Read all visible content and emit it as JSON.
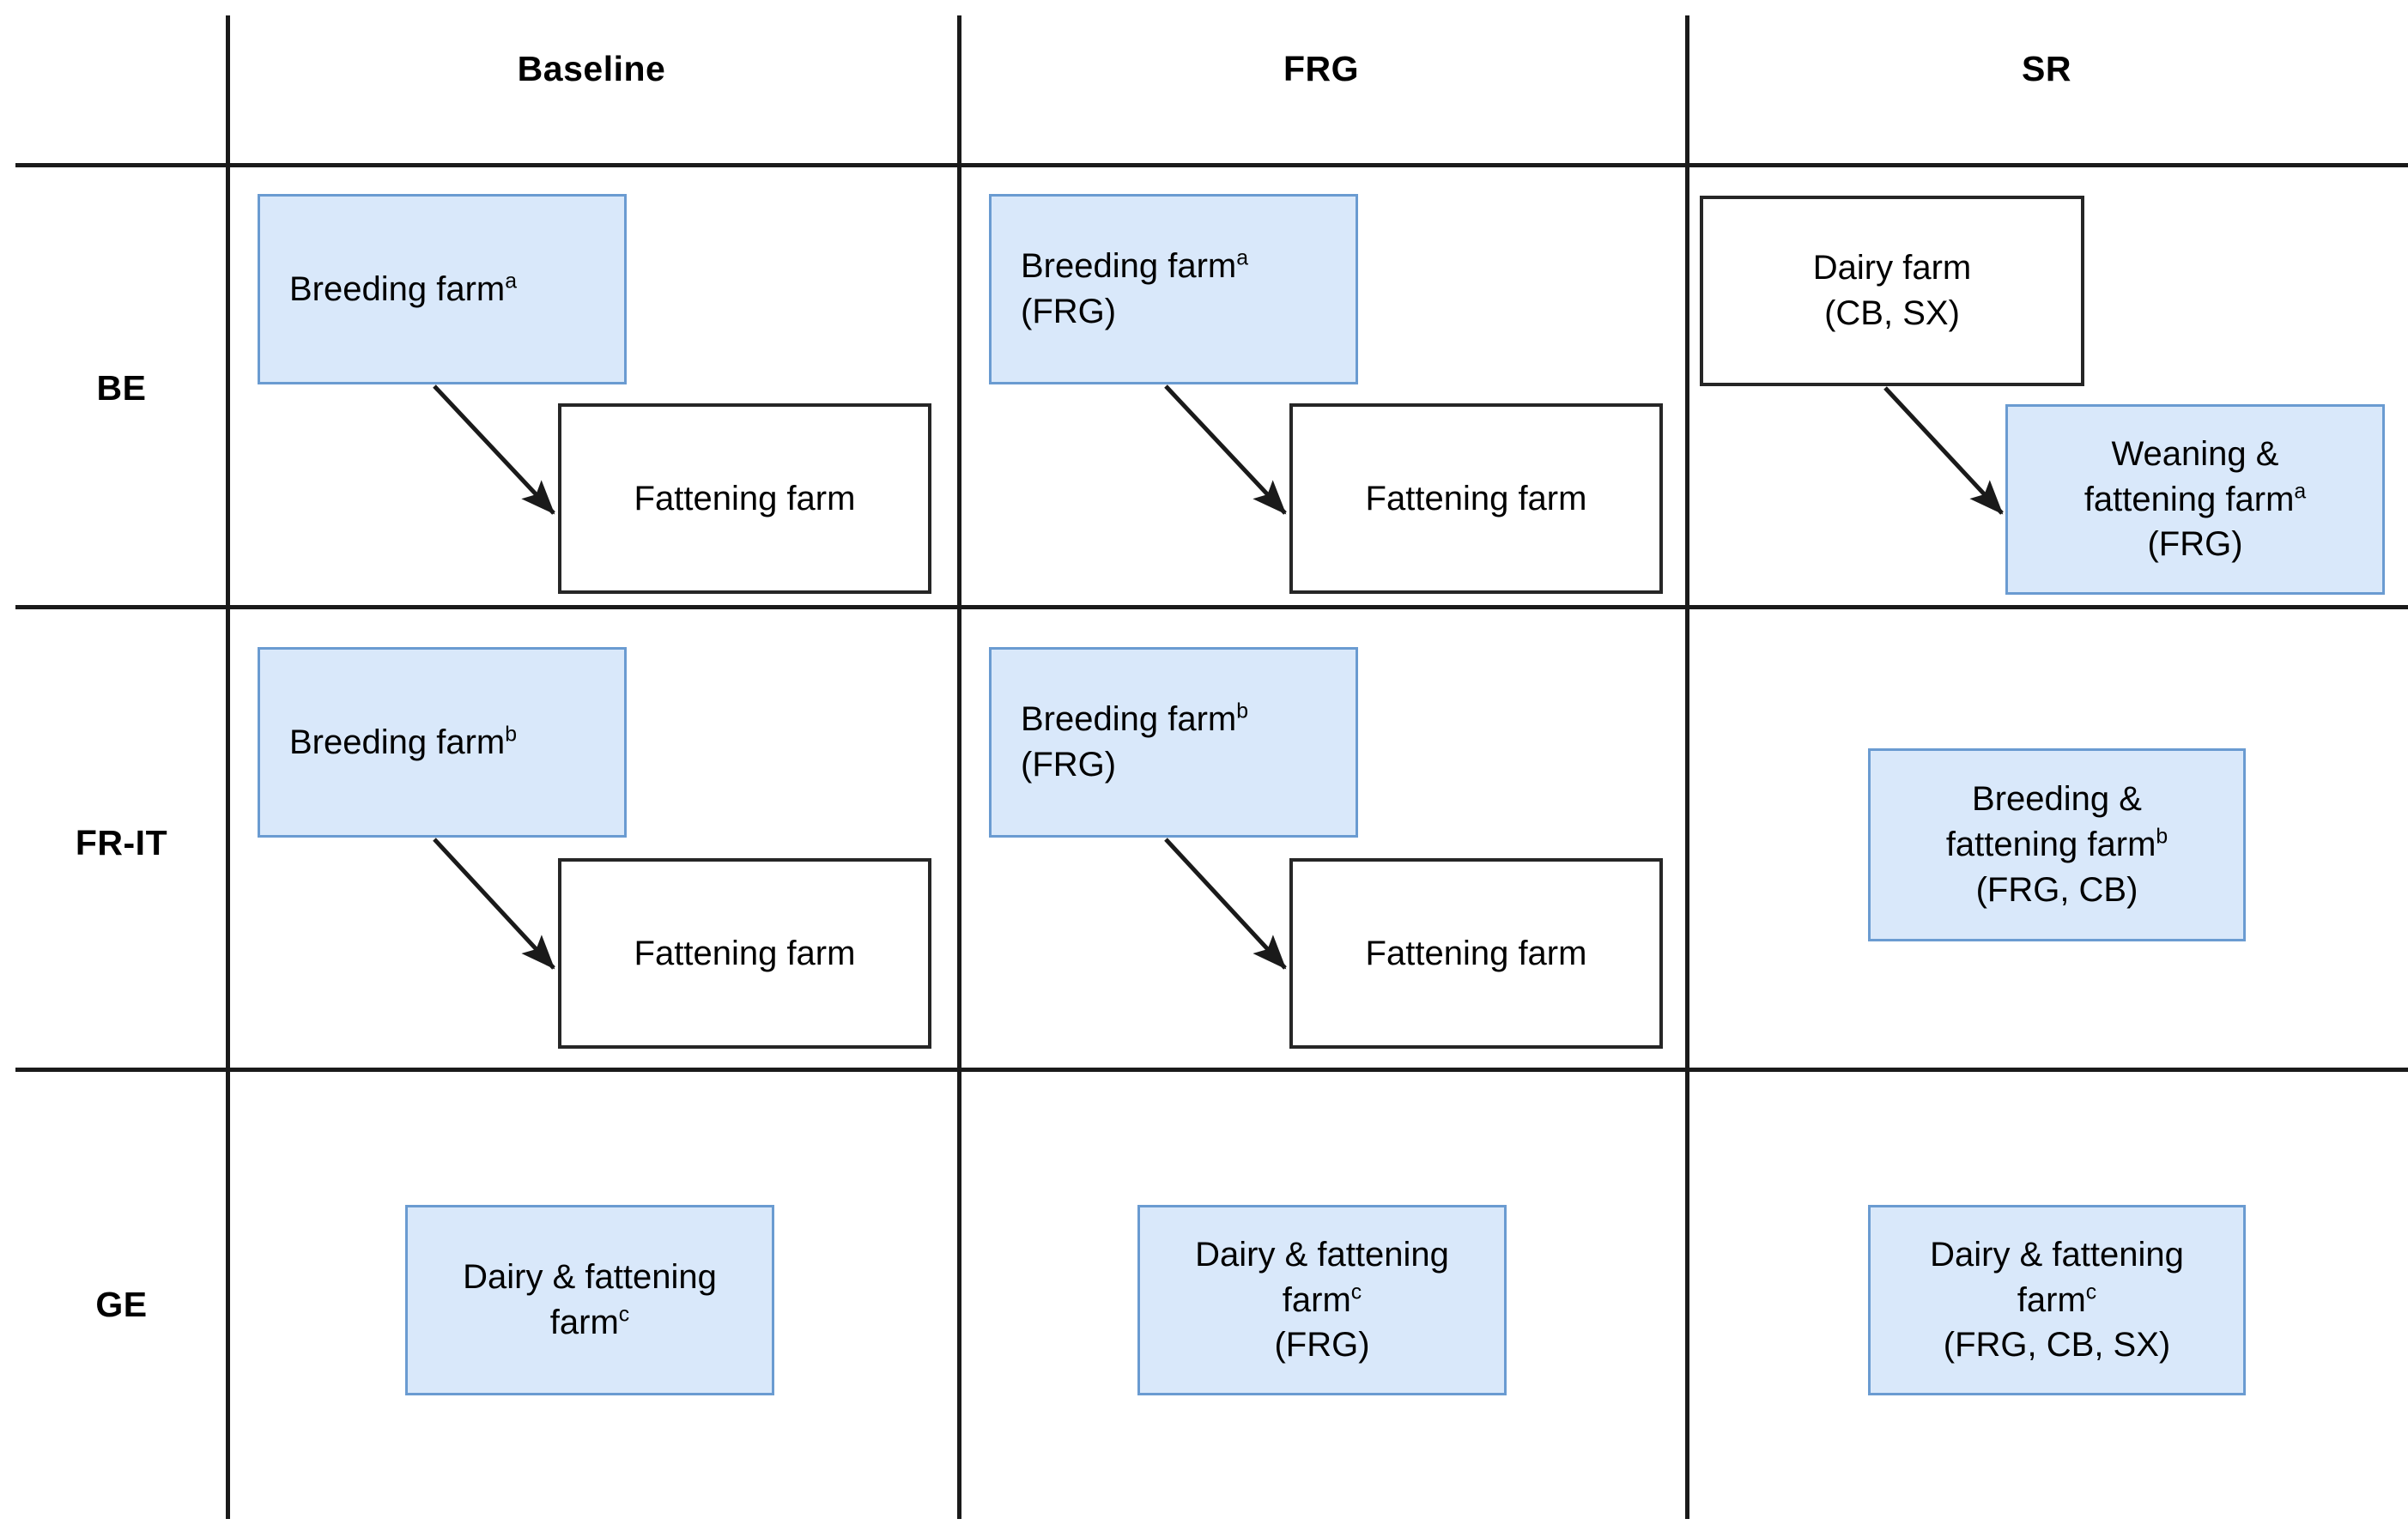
{
  "figure": {
    "type": "matrix-diagram",
    "columns": [
      {
        "id": "baseline",
        "label": "Baseline"
      },
      {
        "id": "frg",
        "label": "FRG"
      },
      {
        "id": "sr",
        "label": "SR"
      }
    ],
    "rows": [
      {
        "id": "be",
        "label": "BE"
      },
      {
        "id": "fr-it",
        "label": "FR-IT"
      },
      {
        "id": "ge",
        "label": "GE"
      }
    ],
    "colors": {
      "box_fill_blue": "#d9e8fa",
      "box_border_blue": "#6a9bd1",
      "box_fill_white": "#ffffff",
      "box_border_black": "#262626",
      "rule": "#1a1a1a",
      "text": "#000000"
    },
    "cells": {
      "be_baseline": {
        "nodes": [
          {
            "id": "be-base-breeding",
            "style": "blue",
            "lines": [
              "Breeding farm"
            ],
            "superscript": "a"
          },
          {
            "id": "be-base-fattening",
            "style": "white",
            "lines": [
              "Fattening farm"
            ],
            "superscript": ""
          }
        ],
        "arrow": "breeding-to-fattening"
      },
      "be_frg": {
        "nodes": [
          {
            "id": "be-frg-breeding",
            "style": "blue",
            "lines": [
              "Breeding farm",
              "(FRG)"
            ],
            "superscript": "a"
          },
          {
            "id": "be-frg-fattening",
            "style": "white",
            "lines": [
              "Fattening farm"
            ],
            "superscript": ""
          }
        ],
        "arrow": "breeding-to-fattening"
      },
      "be_sr": {
        "nodes": [
          {
            "id": "be-sr-dairy",
            "style": "white",
            "lines": [
              "Dairy farm",
              "(CB, SX)"
            ],
            "superscript": ""
          },
          {
            "id": "be-sr-weaning",
            "style": "blue",
            "lines": [
              "Weaning &",
              "fattening farm",
              "(FRG)"
            ],
            "superscript": "a"
          }
        ],
        "arrow": "dairy-to-weaning"
      },
      "frit_baseline": {
        "nodes": [
          {
            "id": "frit-base-breeding",
            "style": "blue",
            "lines": [
              "Breeding farm"
            ],
            "superscript": "b"
          },
          {
            "id": "frit-base-fattening",
            "style": "white",
            "lines": [
              "Fattening farm"
            ],
            "superscript": ""
          }
        ],
        "arrow": "breeding-to-fattening"
      },
      "frit_frg": {
        "nodes": [
          {
            "id": "frit-frg-breeding",
            "style": "blue",
            "lines": [
              "Breeding farm",
              "(FRG)"
            ],
            "superscript": "b"
          },
          {
            "id": "frit-frg-fattening",
            "style": "white",
            "lines": [
              "Fattening farm"
            ],
            "superscript": ""
          }
        ],
        "arrow": "breeding-to-fattening"
      },
      "frit_sr": {
        "nodes": [
          {
            "id": "frit-sr-breeding-fattening",
            "style": "blue",
            "lines": [
              "Breeding &",
              "fattening farm",
              "(FRG, CB)"
            ],
            "superscript": "b"
          }
        ],
        "arrow": ""
      },
      "ge_baseline": {
        "nodes": [
          {
            "id": "ge-base-dairy-fattening",
            "style": "blue",
            "lines": [
              "Dairy & fattening",
              "farm"
            ],
            "superscript": "c"
          }
        ],
        "arrow": ""
      },
      "ge_frg": {
        "nodes": [
          {
            "id": "ge-frg-dairy-fattening",
            "style": "blue",
            "lines": [
              "Dairy & fattening",
              "farm",
              "(FRG)"
            ],
            "superscript": "c"
          }
        ],
        "arrow": ""
      },
      "ge_sr": {
        "nodes": [
          {
            "id": "ge-sr-dairy-fattening",
            "style": "blue",
            "lines": [
              "Dairy & fattening",
              "farm",
              "(FRG, CB, SX)"
            ],
            "superscript": "c"
          }
        ],
        "arrow": ""
      }
    },
    "node_text": {
      "be_base_breeding_l1": "Breeding farm",
      "be_base_breeding_sup": "a",
      "be_base_fattening_l1": "Fattening farm",
      "be_frg_breeding_l1": "Breeding farm",
      "be_frg_breeding_sup": "a",
      "be_frg_breeding_l2": "(FRG)",
      "be_frg_fattening_l1": "Fattening farm",
      "be_sr_dairy_l1": "Dairy farm",
      "be_sr_dairy_l2": "(CB, SX)",
      "be_sr_weaning_l1": "Weaning &",
      "be_sr_weaning_l2": "fattening farm",
      "be_sr_weaning_sup": "a",
      "be_sr_weaning_l3": "(FRG)",
      "frit_base_breeding_l1": "Breeding farm",
      "frit_base_breeding_sup": "b",
      "frit_base_fattening_l1": "Fattening farm",
      "frit_frg_breeding_l1": "Breeding farm",
      "frit_frg_breeding_sup": "b",
      "frit_frg_breeding_l2": "(FRG)",
      "frit_frg_fattening_l1": "Fattening farm",
      "frit_sr_l1": "Breeding &",
      "frit_sr_l2": "fattening farm",
      "frit_sr_sup": "b",
      "frit_sr_l3": "(FRG, CB)",
      "ge_base_l1": "Dairy & fattening",
      "ge_base_l2": "farm",
      "ge_base_sup": "c",
      "ge_frg_l1": "Dairy & fattening",
      "ge_frg_l2": "farm",
      "ge_frg_sup": "c",
      "ge_frg_l3": "(FRG)",
      "ge_sr_l1": "Dairy & fattening",
      "ge_sr_l2": "farm",
      "ge_sr_sup": "c",
      "ge_sr_l3": "(FRG, CB, SX)"
    }
  }
}
